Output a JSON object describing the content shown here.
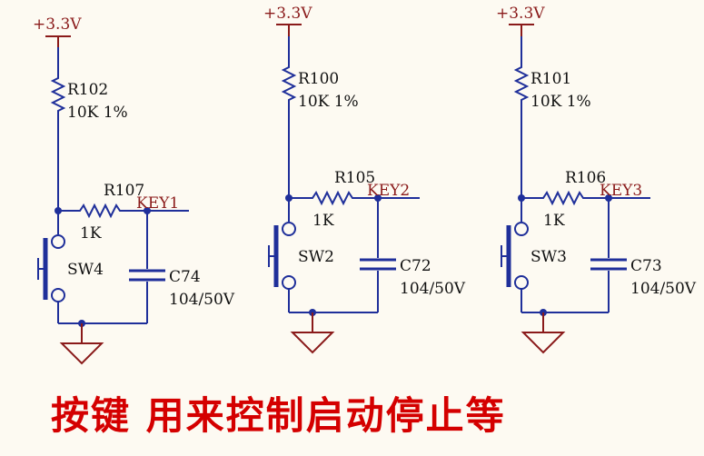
{
  "colors": {
    "background": "#fdfaf2",
    "wire": "#1f2f9a",
    "power_and_ground": "#8a1a1a",
    "net_label": "#8a1a1a",
    "caption": "#d40000"
  },
  "circuits": [
    {
      "power_label": "+3.3V",
      "pullup_ref": "R102",
      "pullup_value": "10K 1%",
      "series_ref": "R107",
      "series_value": "1K",
      "net_label": "KEY1",
      "switch_ref": "SW4",
      "cap_ref": "C74",
      "cap_value": "104/50V"
    },
    {
      "power_label": "+3.3V",
      "pullup_ref": "R100",
      "pullup_value": "10K 1%",
      "series_ref": "R105",
      "series_value": "1K",
      "net_label": "KEY2",
      "switch_ref": "SW2",
      "cap_ref": "C72",
      "cap_value": "104/50V"
    },
    {
      "power_label": "+3.3V",
      "pullup_ref": "R101",
      "pullup_value": "10K 1%",
      "series_ref": "R106",
      "series_value": "1K",
      "net_label": "KEY3",
      "switch_ref": "SW3",
      "cap_ref": "C73",
      "cap_value": "104/50V"
    }
  ],
  "caption": "按键 用来控制启动停止等"
}
